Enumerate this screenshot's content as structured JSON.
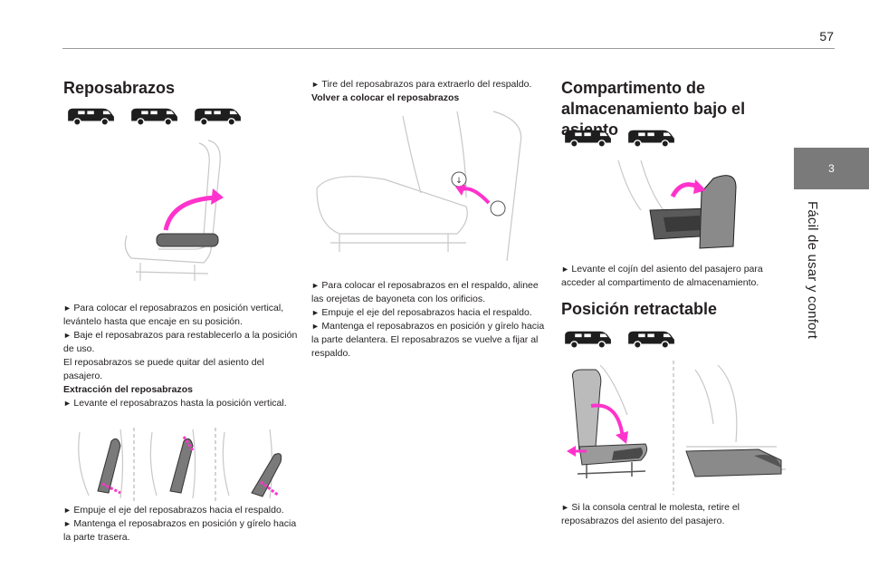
{
  "page": {
    "number": "57",
    "chapter_tab": "3",
    "chapter_title": "Fácil de usar y confort"
  },
  "col1": {
    "title": "Reposabrazos",
    "p1": "Para colocar el reposabrazos en posición vertical, levántelo hasta que encaje en su posición.",
    "p2": "Baje el reposabrazos para restablecerlo a la posición de uso.",
    "p3": "El reposabrazos se puede quitar del asiento del pasajero.",
    "h_extract": "Extracción del reposabrazos",
    "p4": "Levante el reposabrazos hasta la posición vertical.",
    "p5": "Empuje el eje del reposabrazos hacia el respaldo.",
    "p6": "Mantenga el reposabrazos en posición y gírelo hacia la parte trasera."
  },
  "col2": {
    "p1": "Tire del reposabrazos para extraerlo del respaldo.",
    "h_refit": "Volver a colocar el reposabrazos",
    "p2": "Para colocar el reposabrazos en el respaldo, alinee las orejetas de bayoneta con los orificios.",
    "p3": "Empuje el eje del reposabrazos hacia el respaldo.",
    "p4": "Mantenga el reposabrazos en posición y gírelo hacia la parte delantera. El reposabrazos se vuelve a fijar al respaldo."
  },
  "col3": {
    "title": "Compartimento de almacenamiento bajo el asiento",
    "p1": "Levante el cojín del asiento del pasajero para acceder al compartimento de almacenamiento.",
    "title2": "Posición retractable",
    "p2": "Si la consola central le molesta, retire el reposabrazos del asiento del pasajero."
  },
  "colors": {
    "accent": "#ff33cc",
    "line": "#c8c8c8",
    "dark": "#231f20"
  }
}
